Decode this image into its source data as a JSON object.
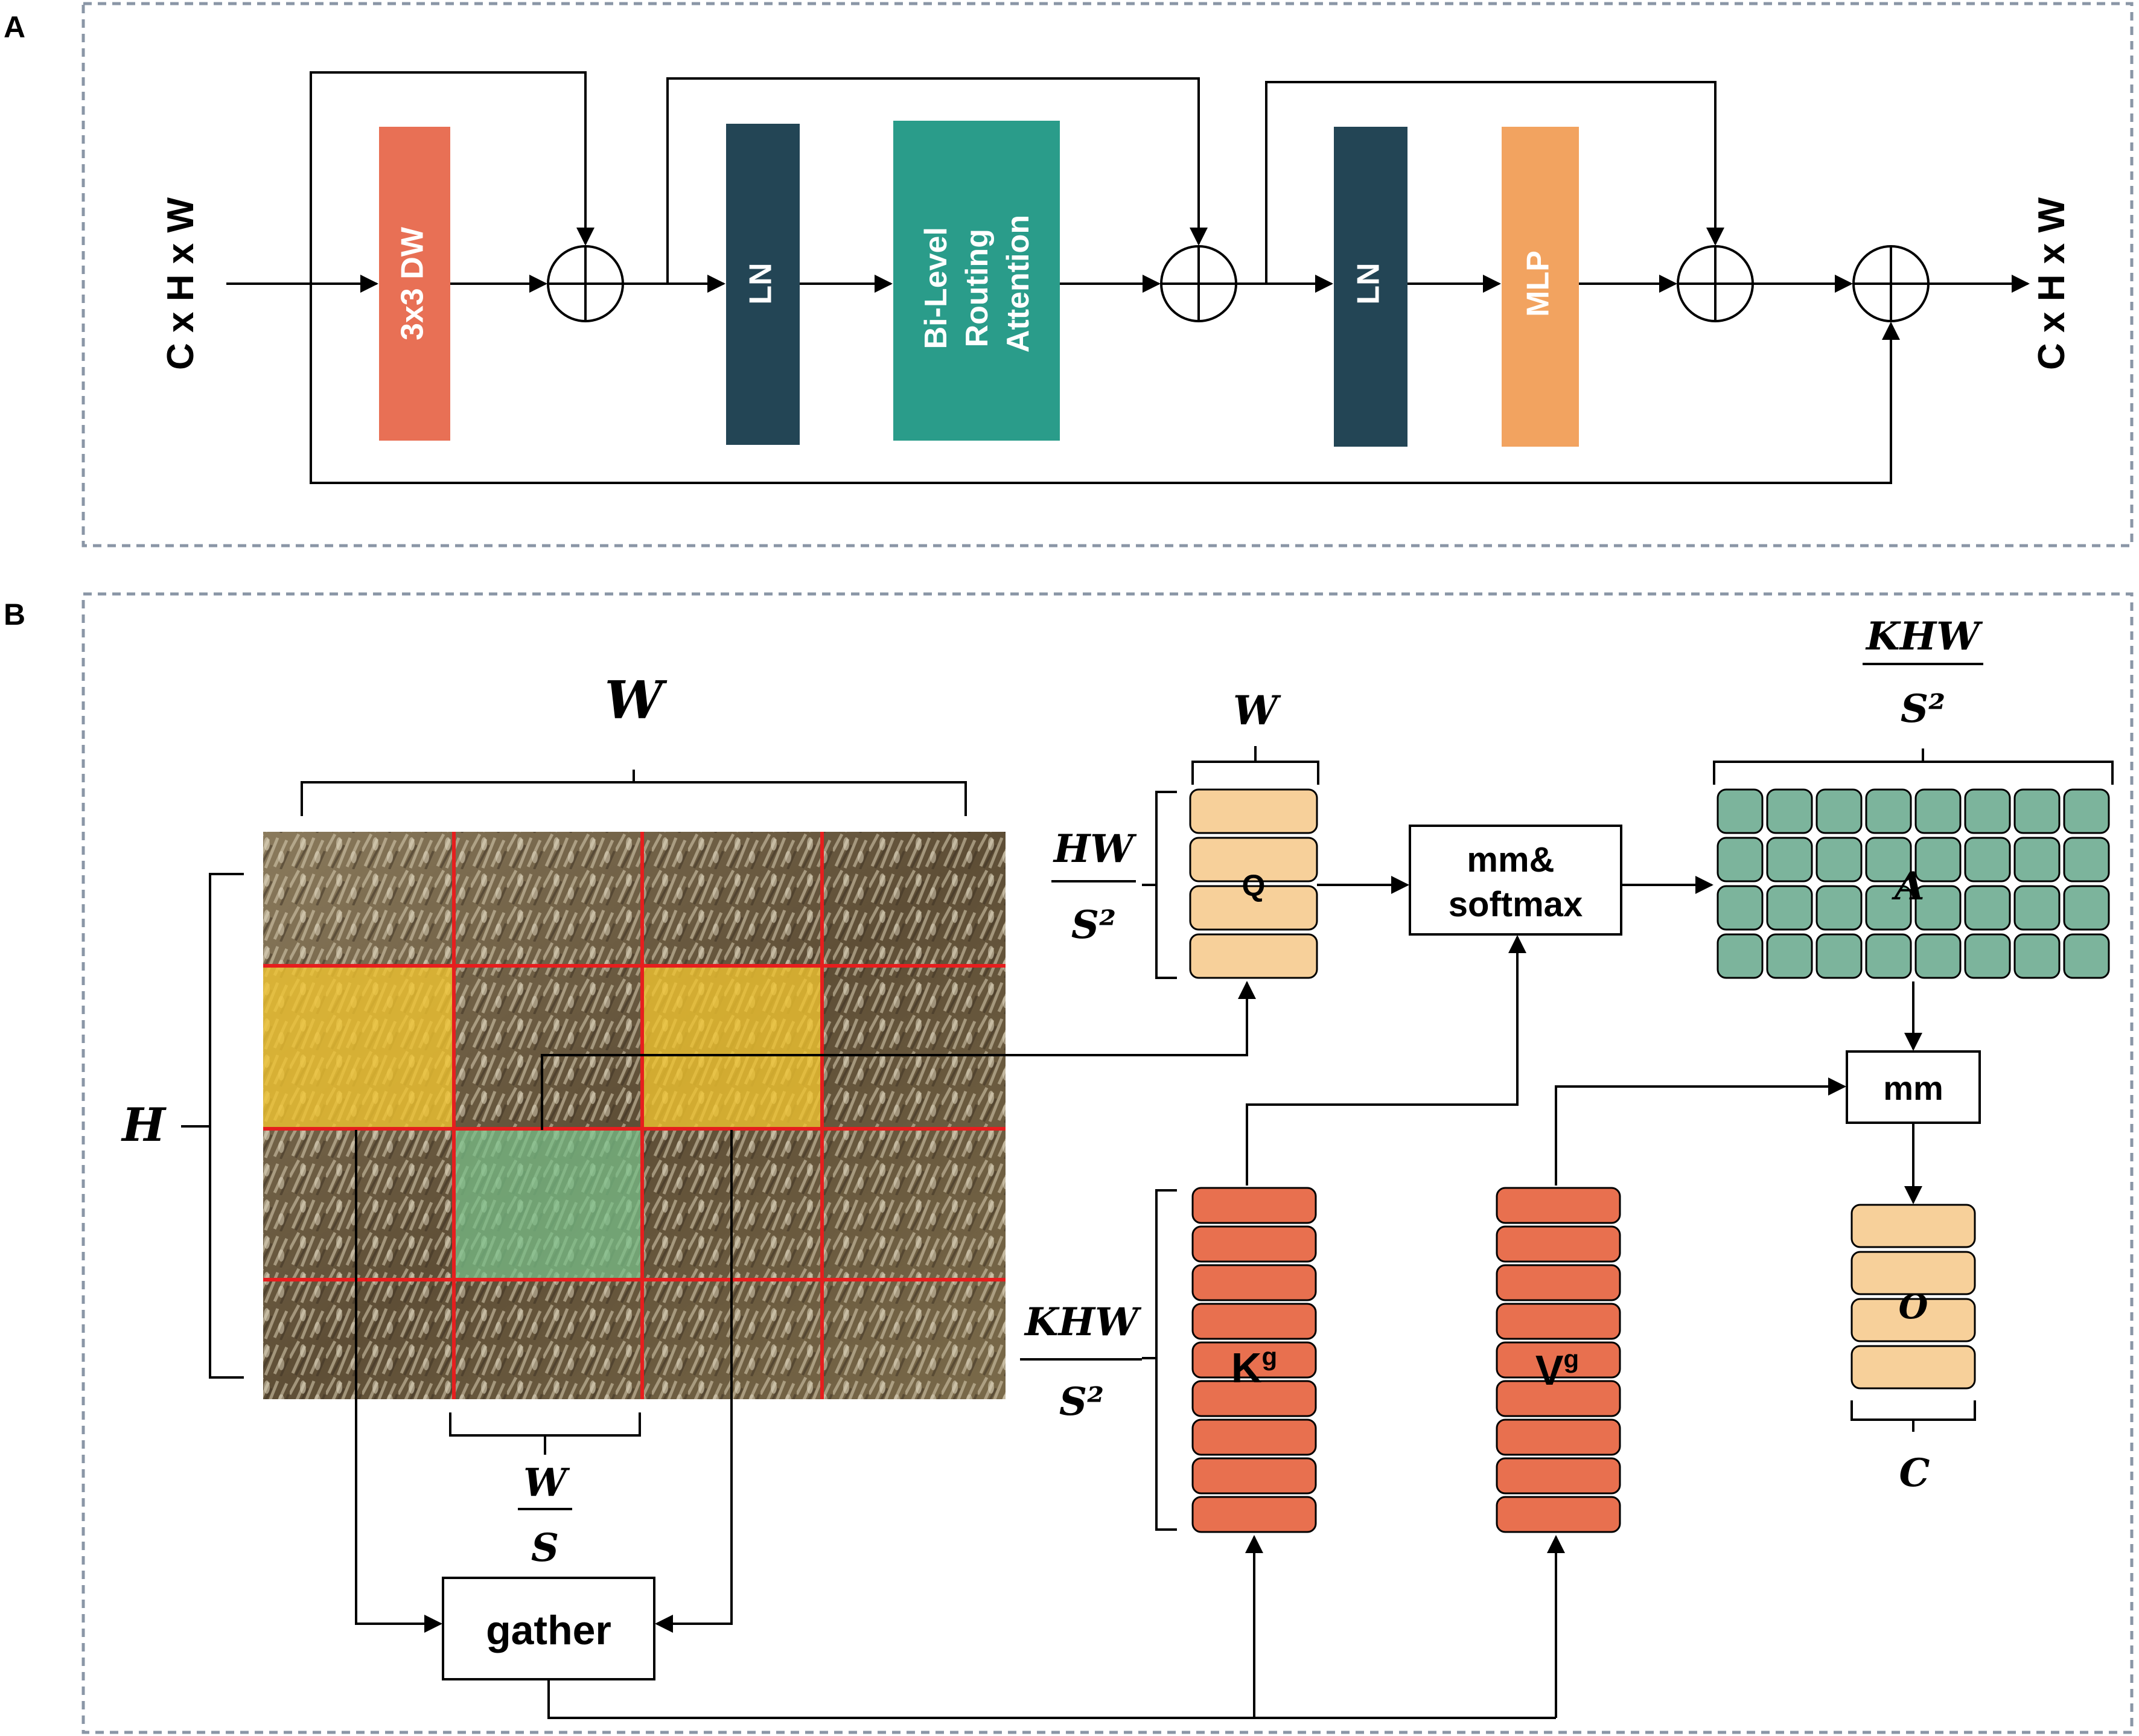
{
  "panel_a": {
    "letter": "A",
    "input_label": "C x H x W",
    "output_label": "C x H x W",
    "dw_label": "3x3 DW",
    "ln1_label": "LN",
    "attn_lines": [
      "Bi-Level",
      "Routing",
      "Attention"
    ],
    "ln2_label": "LN",
    "mlp_label": "MLP"
  },
  "panel_b": {
    "letter": "B",
    "w_top": "W",
    "h_left": "H",
    "w_over_s": {
      "num": "W",
      "den": "S"
    },
    "gather_label": "gather",
    "q_width": "W",
    "q_height": {
      "num": "HW",
      "den": "S²"
    },
    "q_label": "Q",
    "mm_softmax_lines": [
      "mm&",
      "softmax"
    ],
    "a_width": {
      "num": "KHW",
      "den": "S²"
    },
    "a_label": "A",
    "mm_label": "mm",
    "o_label": "O",
    "o_width": "C",
    "kv_height": {
      "num": "KHW",
      "den": "S²"
    },
    "k_label": "K",
    "k_sup": "g",
    "v_label": "V",
    "v_sup": "g"
  },
  "colors": {
    "dw": "#E87055",
    "ln": "#234555",
    "attention": "#2A9C8A",
    "mlp": "#F2A360",
    "q_o_cell": "#F7D09A",
    "a_cell": "#7CB49C",
    "kv_cell": "#E8704F",
    "grid_line": "#E61E1E",
    "yellow_patch": "#F2C530",
    "green_patch": "#78C28A"
  }
}
